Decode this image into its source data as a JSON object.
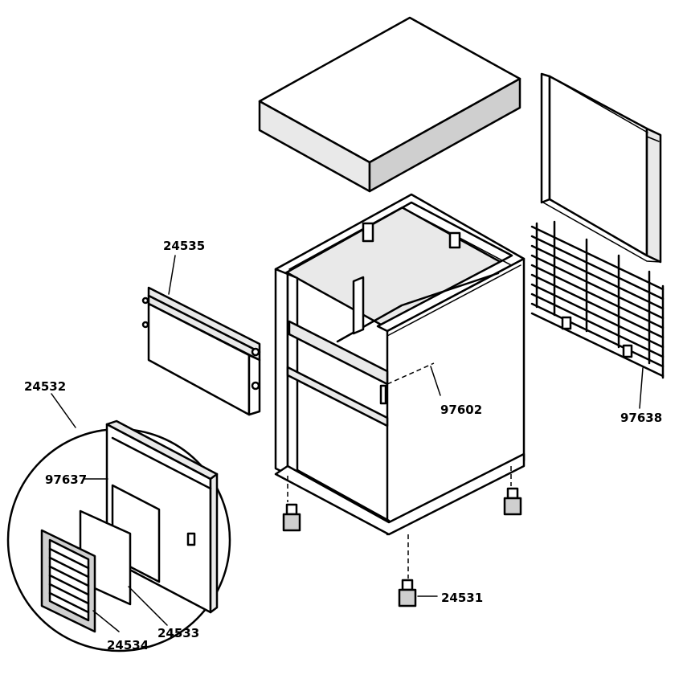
{
  "parts": {
    "top_cover": "",
    "side_panel": "24535",
    "louver_assembly": "24532",
    "louver_door_panel": "97637",
    "filter": "24533",
    "louver_grille": "24534",
    "bracket": "97602",
    "wire_rack": "97638",
    "leveling_leg": "24531"
  }
}
